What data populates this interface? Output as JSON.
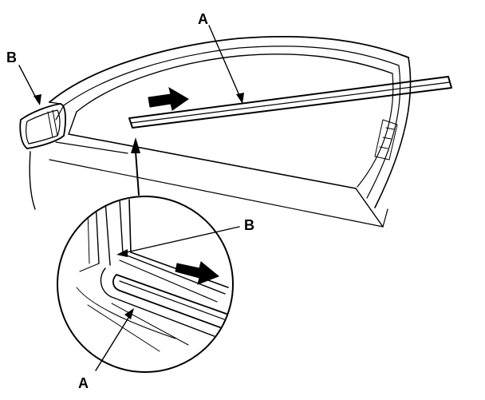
{
  "diagram": {
    "callouts": {
      "strip_main": "A",
      "mirror": "B",
      "inset_corner": "B",
      "inset_strip": "A"
    },
    "colors": {
      "line": "#000000",
      "background": "#ffffff"
    },
    "icons": [
      "arrow-right-icon",
      "arrow-up-icon"
    ]
  }
}
